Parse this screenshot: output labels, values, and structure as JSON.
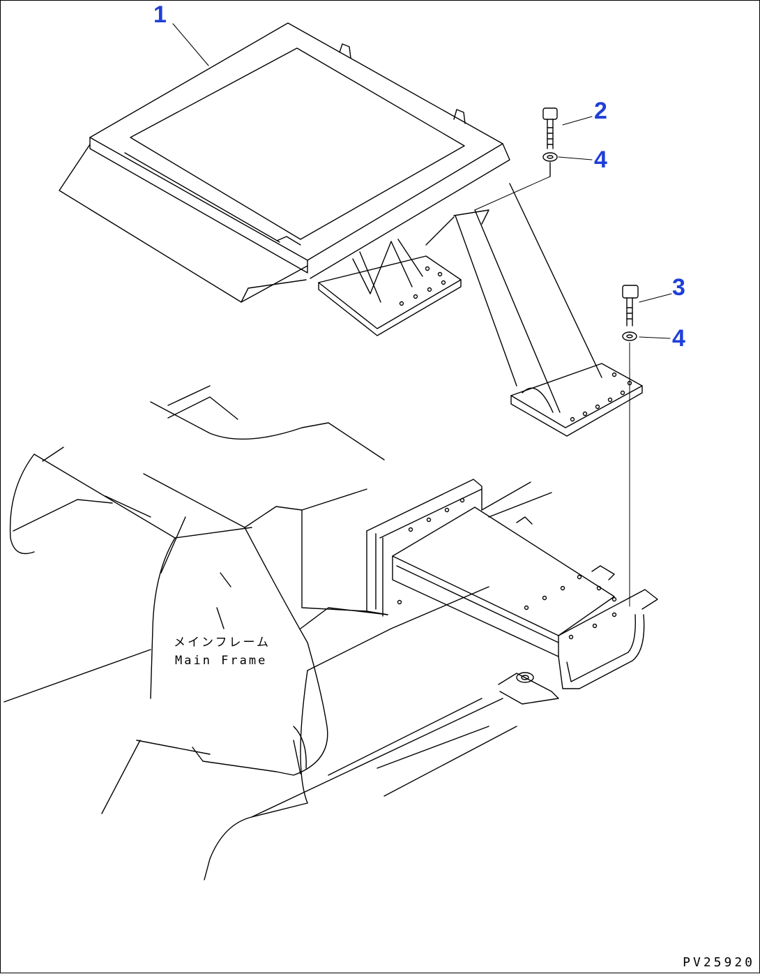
{
  "callouts": [
    {
      "id": "1",
      "label": "1"
    },
    {
      "id": "2",
      "label": "2"
    },
    {
      "id": "3",
      "label": "3"
    },
    {
      "id": "4a",
      "label": "4"
    },
    {
      "id": "4b",
      "label": "4"
    }
  ],
  "frame_label": {
    "jp": "メインフレーム",
    "en": "Main Frame"
  },
  "drawing_code": "PV25920",
  "colors": {
    "callout": "#1f3fd8",
    "line": "#000000",
    "background": "#ffffff"
  }
}
